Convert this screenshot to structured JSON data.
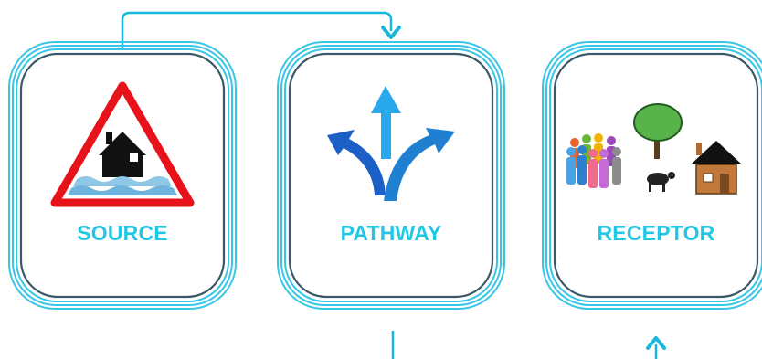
{
  "colors": {
    "frame_outer": "#38c6e6",
    "frame_inner": "#3a5868",
    "label": "#20c8e6",
    "arrow": "#18b8dc"
  },
  "nodes": [
    {
      "label": "SOURCE",
      "icon": "flood-warning-icon"
    },
    {
      "label": "PATHWAY",
      "icon": "split-arrows-icon"
    },
    {
      "label": "RECEPTOR",
      "icon": "people-tree-cow-house-icon"
    }
  ]
}
